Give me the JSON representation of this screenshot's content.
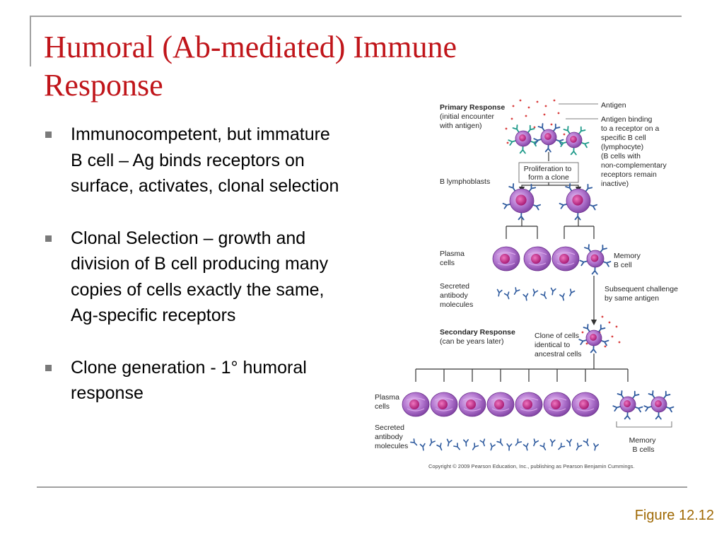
{
  "slide": {
    "title": "Humoral (Ab-mediated) Immune Response",
    "bullets": [
      "Immunocompetent, but immature B cell – Ag binds receptors on surface, activates, clonal selection",
      "Clonal Selection – growth and division of B cell producing many copies of cells exactly the same, Ag-specific receptors",
      "Clone generation - 1° humoral response"
    ],
    "figure_label": "Figure 12.12"
  },
  "diagram": {
    "labels": {
      "primary_response": [
        "Primary Response",
        "(initial encounter",
        "with antigen)"
      ],
      "antigen": "Antigen",
      "antigen_binding": [
        "Antigen binding",
        "to a receptor on a",
        "specific B cell",
        "(lymphocyte)",
        "(B cells with",
        "non-complementary",
        "receptors remain",
        "inactive)"
      ],
      "proliferation": [
        "Proliferation to",
        "form a clone"
      ],
      "b_lymphoblasts": "B lymphoblasts",
      "plasma_cells": [
        "Plasma",
        "cells"
      ],
      "memory_b_cell": [
        "Memory",
        "B cell"
      ],
      "secreted_antibody": [
        "Secreted",
        "antibody",
        "molecules"
      ],
      "subsequent_challenge": [
        "Subsequent challenge",
        "by same antigen"
      ],
      "secondary_response": [
        "Secondary Response",
        "(can be years later)"
      ],
      "clone_of_cells": [
        "Clone of cells",
        "identical to",
        "ancestral cells"
      ],
      "plasma_cells_2": [
        "Plasma",
        "cells"
      ],
      "secreted_antibody_2": [
        "Secreted",
        "antibody",
        "molecules"
      ],
      "memory_b_cells": [
        "Memory",
        "B cells"
      ],
      "copyright": "Copyright © 2009 Pearson Education, Inc., publishing as Pearson Benjamin Cummings."
    },
    "colors": {
      "title": "#c0151a",
      "figure_label": "#a06a06",
      "cell_purple": "#a05bc0",
      "nucleus_magenta": "#c4228e",
      "receptor_blue": "#2e5a9e",
      "receptor_teal": "#1f9a8a",
      "antigen_red": "#d94040"
    }
  }
}
